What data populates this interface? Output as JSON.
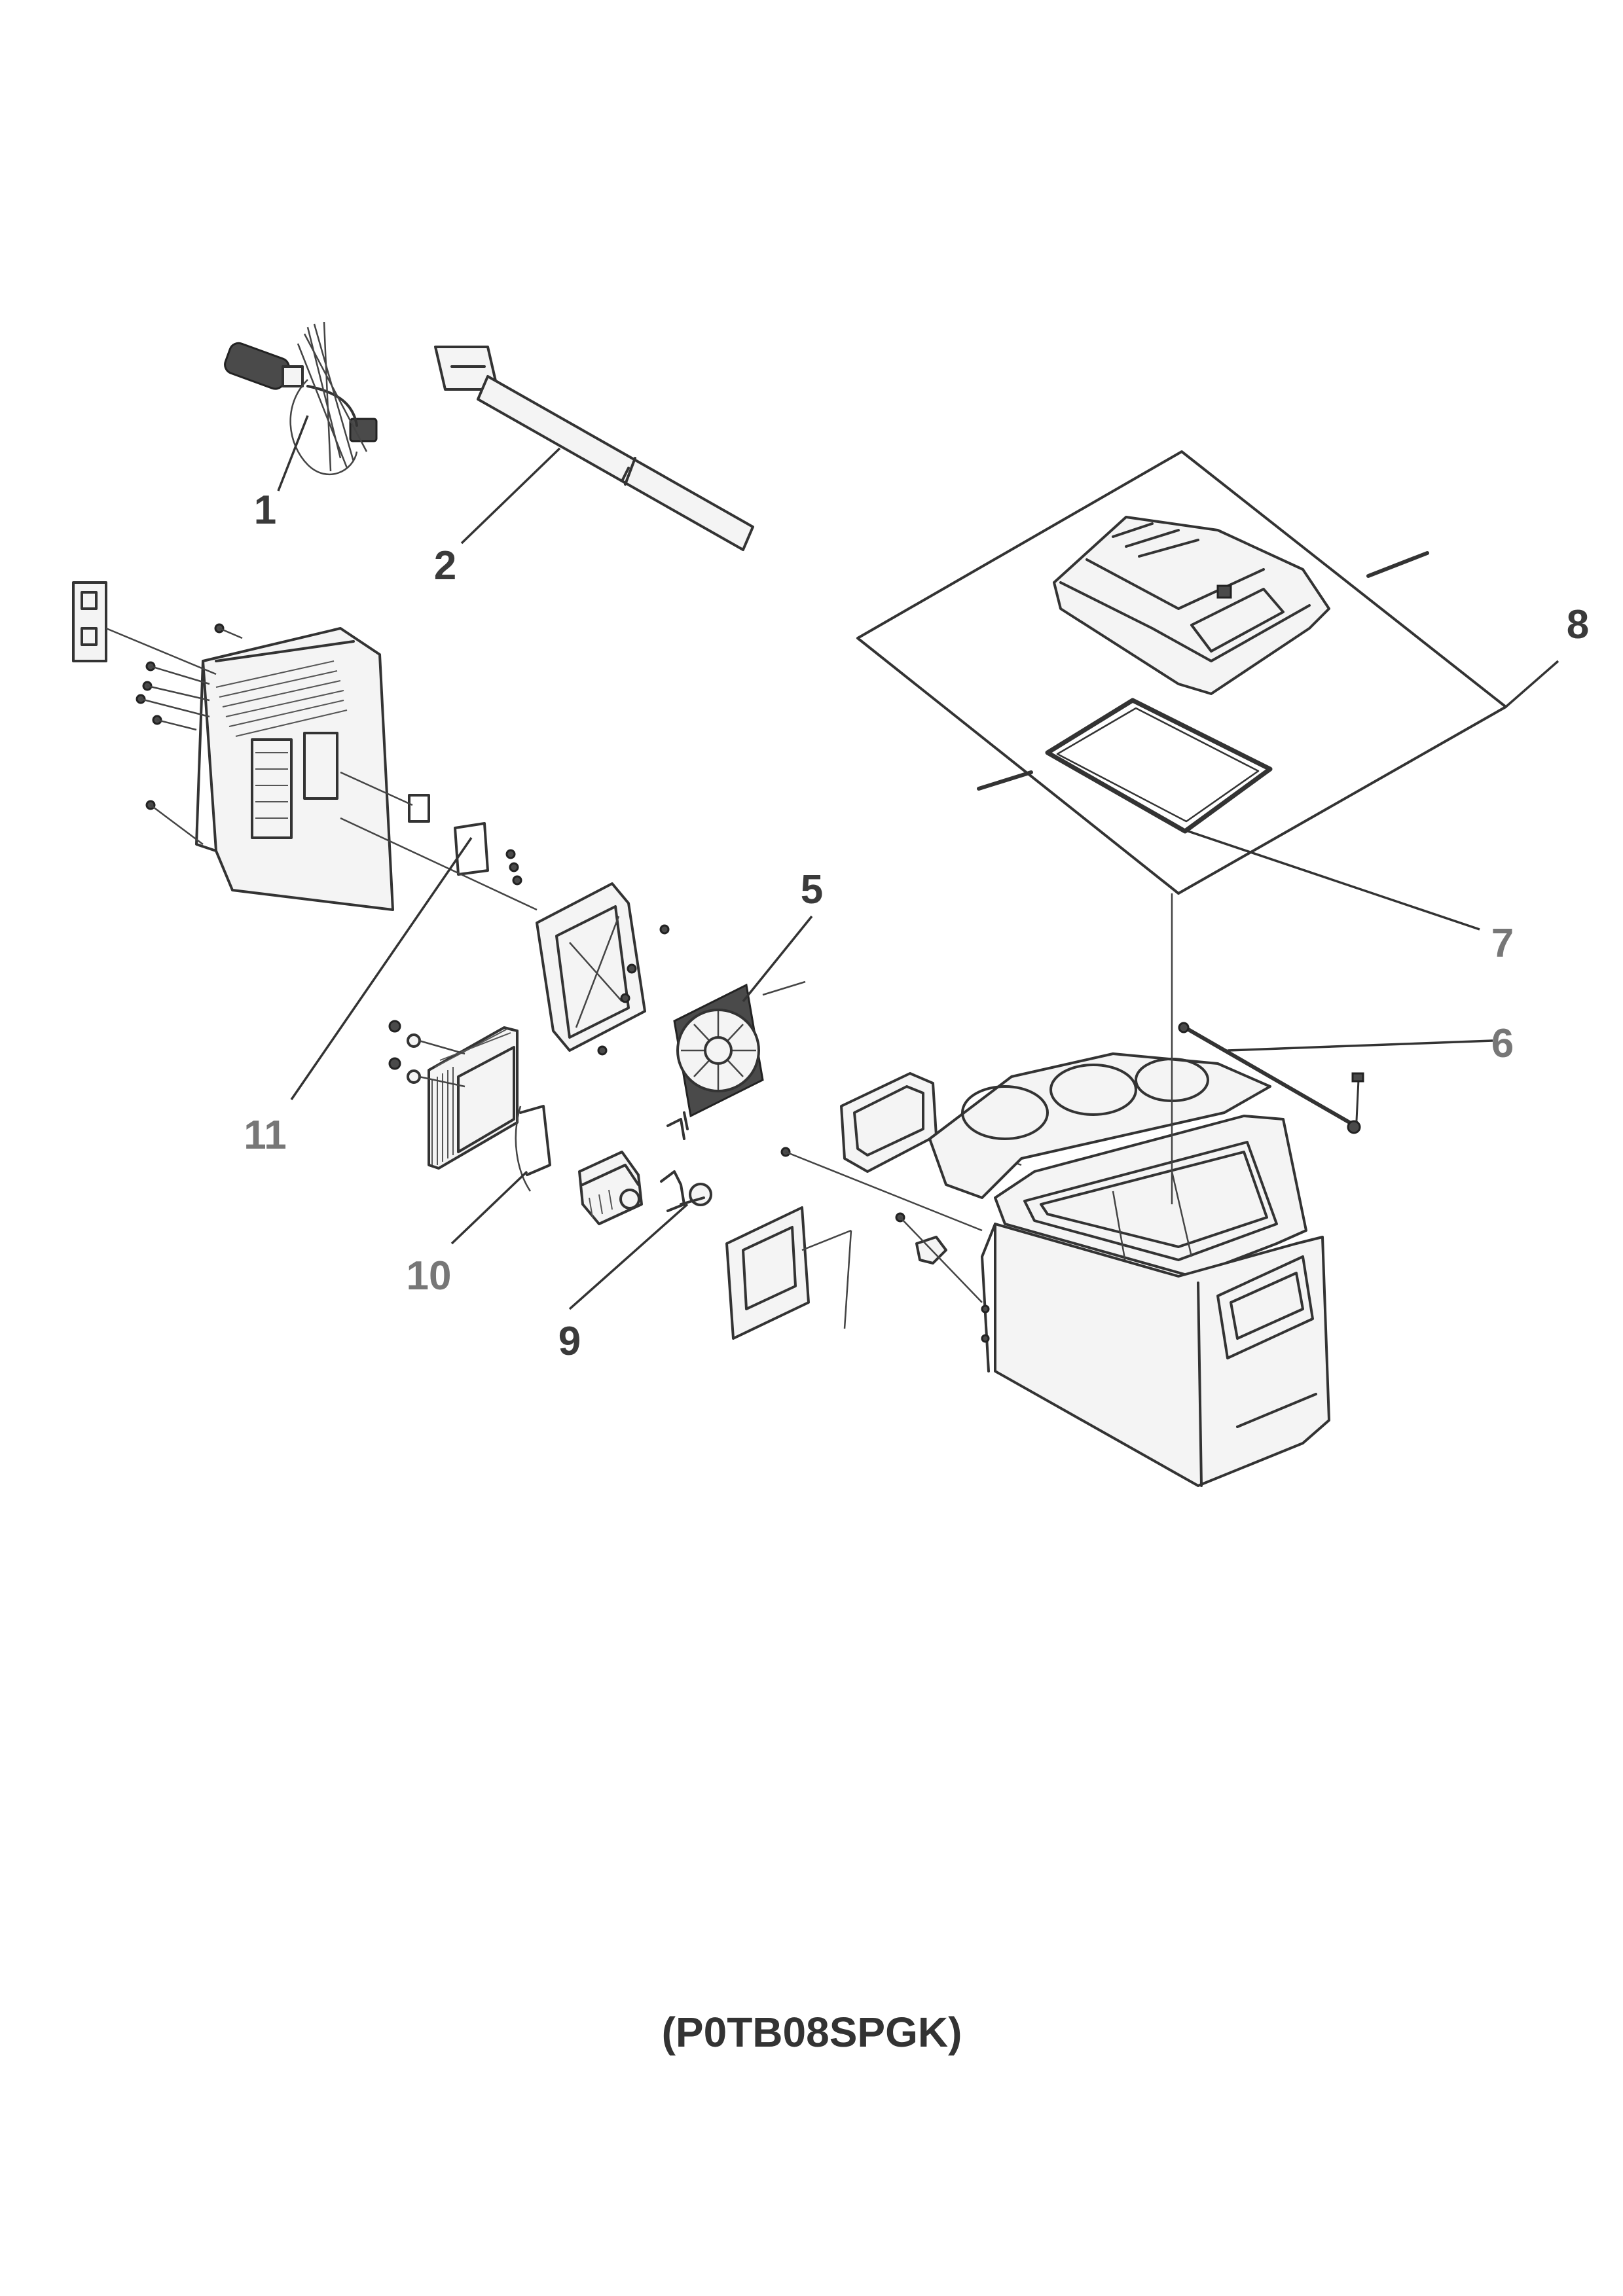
{
  "callouts": {
    "c1": "1",
    "c2": "2",
    "c5": "5",
    "c6": "6",
    "c7": "7",
    "c8": "8",
    "c9": "9",
    "c10": "10",
    "c11": "11"
  },
  "model_label": "(P0TB08SPGK)",
  "colors": {
    "line": "#333333",
    "fill": "#f4f4f4",
    "label": "#3a3a3a",
    "label_gray": "#777777"
  }
}
